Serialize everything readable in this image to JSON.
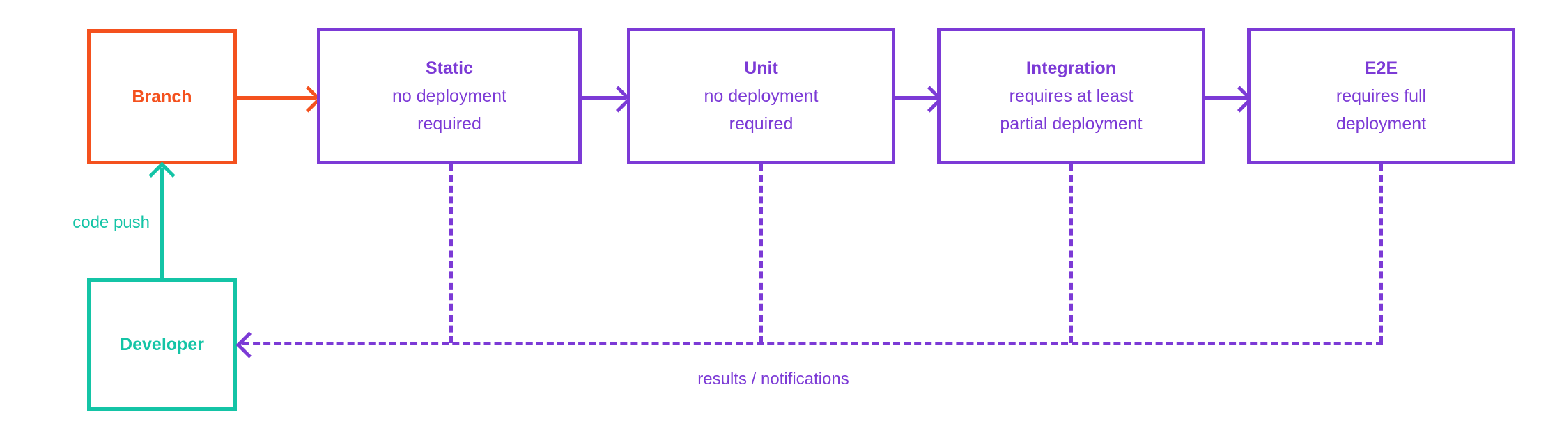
{
  "diagram": {
    "title_colors": {
      "branch": "#f4511e",
      "stage": "#7c3ad6",
      "developer": "#14c4a6"
    },
    "nodes": {
      "branch": {
        "label": "Branch"
      },
      "developer": {
        "label": "Developer"
      },
      "static": {
        "title": "Static",
        "line1": "no deployment",
        "line2": "required"
      },
      "unit": {
        "title": "Unit",
        "line1": "no deployment",
        "line2": "required"
      },
      "integration": {
        "title": "Integration",
        "line1": "requires at least",
        "line2": "partial deployment"
      },
      "e2e": {
        "title": "E2E",
        "line1": "requires full",
        "line2": "deployment"
      }
    },
    "edges": {
      "code_push": "code push",
      "results": "results / notifications"
    }
  }
}
